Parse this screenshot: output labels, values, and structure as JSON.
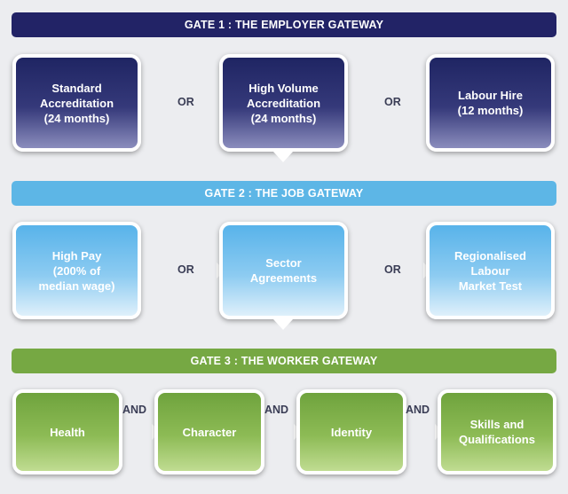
{
  "gate1": {
    "title": "GATE 1 : THE EMPLOYER GATEWAY",
    "options": [
      "Standard\nAccreditation\n(24 months)",
      "High Volume\nAccreditation\n(24 months)",
      "Labour Hire\n(12 months)"
    ],
    "connectors": [
      "OR",
      "OR"
    ]
  },
  "gate2": {
    "title": "GATE 2 : THE JOB GATEWAY",
    "options": [
      "High Pay\n(200% of\nmedian wage)",
      "Sector\nAgreements",
      "Regionalised\nLabour\nMarket Test"
    ],
    "connectors": [
      "OR",
      "OR"
    ]
  },
  "gate3": {
    "title": "GATE 3 : THE WORKER GATEWAY",
    "options": [
      "Health",
      "Character",
      "Identity",
      "Skills and\nQualifications"
    ],
    "connectors": [
      "AND",
      "AND",
      "AND"
    ]
  },
  "colors": {
    "gate1": "#222366",
    "gate2": "#5db6e6",
    "gate3": "#76a843"
  }
}
